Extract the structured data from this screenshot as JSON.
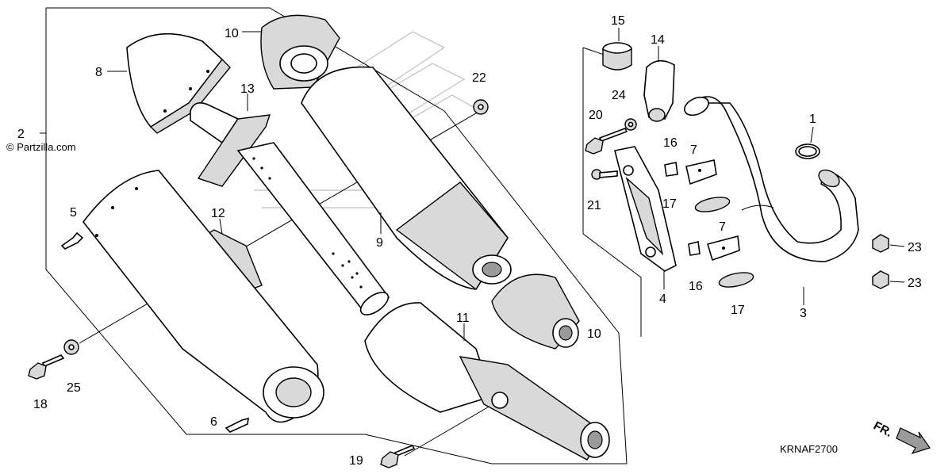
{
  "watermark": "© Partzilla.com",
  "diagram_code": "KRNAF2700",
  "direction_label": "FR.",
  "callouts": {
    "c1": "1",
    "c2": "2",
    "c3": "3",
    "c4": "4",
    "c5": "5",
    "c6": "6",
    "c7a": "7",
    "c7b": "7",
    "c8": "8",
    "c9": "9",
    "c10a": "10",
    "c10b": "10",
    "c11": "11",
    "c12": "12",
    "c13": "13",
    "c14": "14",
    "c15": "15",
    "c16a": "16",
    "c16b": "16",
    "c17a": "17",
    "c17b": "17",
    "c18": "18",
    "c19": "19",
    "c20": "20",
    "c21": "21",
    "c22": "22",
    "c23a": "23",
    "c23b": "23",
    "c24": "24",
    "c25": "25"
  }
}
